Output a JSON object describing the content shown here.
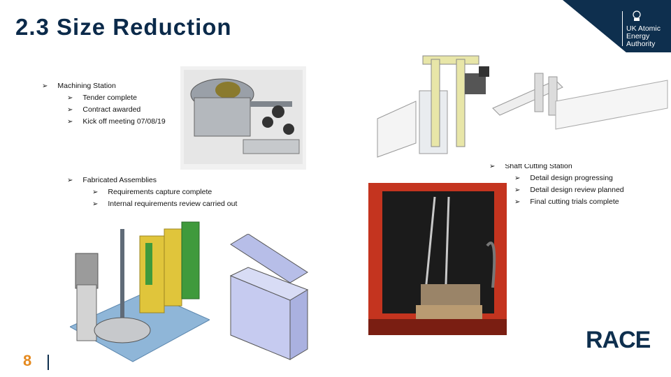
{
  "slide": {
    "title": "2.3 Size Reduction",
    "page_number": "8"
  },
  "branding": {
    "org_line1": "UK Atomic",
    "org_line2": "Energy",
    "org_line3": "Authority",
    "race_logo": "RACE",
    "navy": "#0e2f4e",
    "orange": "#e58a1f"
  },
  "machining": {
    "heading": "Machining Station",
    "items": [
      "Tender complete",
      "Contract awarded",
      "Kick off meeting 07/08/19"
    ]
  },
  "fabricated": {
    "heading": "Fabricated Assemblies",
    "items": [
      "Requirements capture complete",
      "Internal requirements review carried out"
    ]
  },
  "shaft": {
    "heading": "Shaft Cutting Station",
    "items": [
      "Detail design progressing",
      "Detail design review planned",
      "Final cutting trials complete"
    ]
  },
  "icons": {
    "bullet": "arrow-bullet-icon",
    "crest": "crest-icon"
  }
}
